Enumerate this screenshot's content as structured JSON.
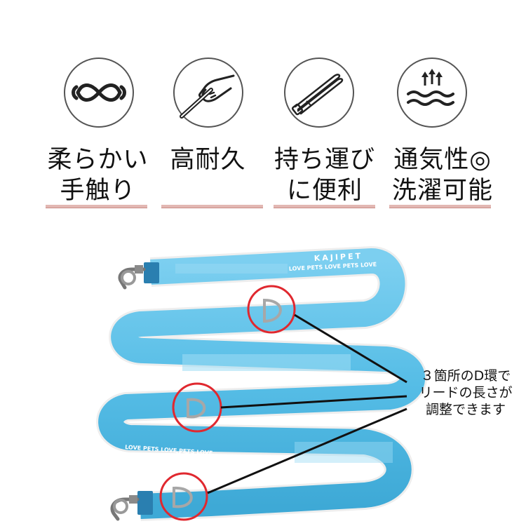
{
  "features": [
    {
      "icon": "soft-touch-icon",
      "lines": [
        "柔らかい",
        "手触り"
      ]
    },
    {
      "icon": "hand-holding-leash-icon",
      "lines": [
        "高耐久"
      ]
    },
    {
      "icon": "folded-leash-icon",
      "lines": [
        "持ち運び",
        "に便利"
      ]
    },
    {
      "icon": "breathable-washable-icon",
      "lines": [
        "通気性◎",
        "洗濯可能"
      ]
    }
  ],
  "leash": {
    "strap_color": "#56bde6",
    "edge_color": "#f4f4f4",
    "print_texts": [
      "KAJIPET",
      "LOVE PETS LOVE PETS LOVE"
    ],
    "highlight_color": "#e0282f"
  },
  "annotation": {
    "lines": [
      "３箇所のD環で",
      "リードの長さが",
      "調整できます"
    ]
  }
}
